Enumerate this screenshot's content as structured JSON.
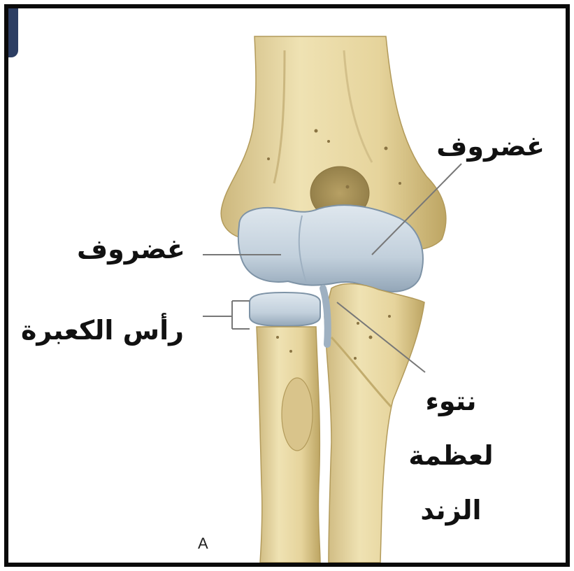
{
  "labels": {
    "cartilage_right": "غضروف",
    "cartilage_left": "غضروف",
    "radial_head": "رأس الكعبرة",
    "ulna_process_line1": "نتوء",
    "ulna_process_line2": "لعظمة",
    "ulna_process_line3": "الزند",
    "figure_letter": "A"
  },
  "colors": {
    "bone": "#e8d9a6",
    "bone_shadow": "#c9b47a",
    "cartilage": "#c5d3df",
    "cartilage_shadow": "#8fa2b4",
    "frame": "#0a0a0a",
    "leader_line": "#777777"
  }
}
